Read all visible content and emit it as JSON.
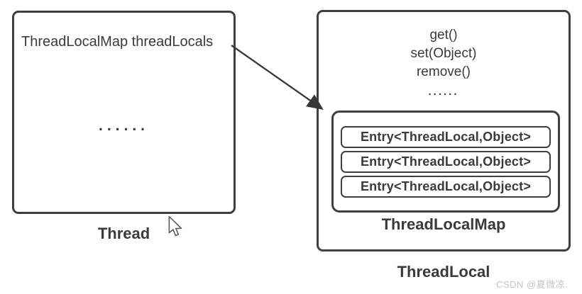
{
  "thread_box": {
    "field": "ThreadLocalMap threadLocals",
    "ellipsis": "......",
    "label": "Thread"
  },
  "threadlocal_box": {
    "methods": [
      "get()",
      "set(Object)",
      "remove()",
      "......"
    ],
    "map": {
      "entries": [
        "Entry<ThreadLocal,Object>",
        "Entry<ThreadLocal,Object>",
        "Entry<ThreadLocal,Object>"
      ],
      "label": "ThreadLocalMap"
    },
    "label": "ThreadLocal"
  },
  "watermark": {
    "text": "CSDN @夏微凉."
  },
  "colors": {
    "border": "#3f3f3f",
    "text": "#3a3a3a",
    "arrow": "#383838",
    "watermark": "#c5c5c5",
    "background": "#ffffff"
  }
}
